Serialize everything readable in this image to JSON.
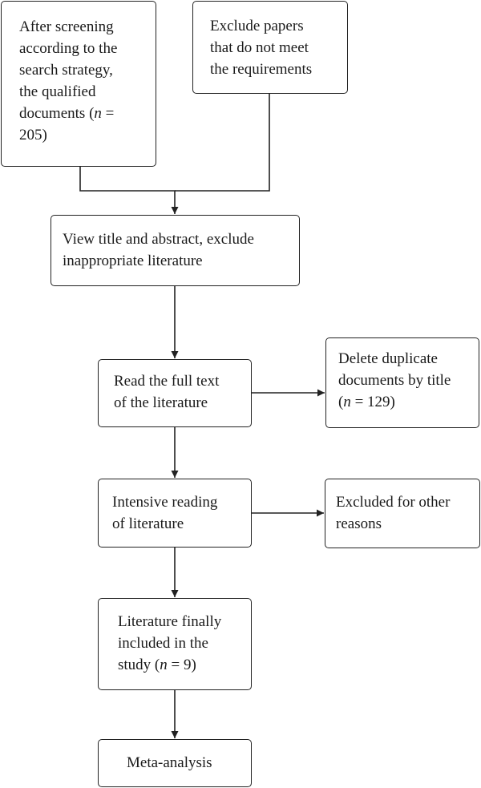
{
  "flowchart": {
    "nodes": [
      {
        "id": "screened",
        "lines": [
          {
            "parts": [
              {
                "text": "After screening"
              }
            ]
          },
          {
            "parts": [
              {
                "text": "according to the"
              }
            ]
          },
          {
            "parts": [
              {
                "text": "search strategy,"
              }
            ]
          },
          {
            "parts": [
              {
                "text": "the qualified"
              }
            ]
          },
          {
            "parts": [
              {
                "text": "documents ("
              },
              {
                "text": "n",
                "italic": true
              },
              {
                "text": " ="
              }
            ]
          },
          {
            "parts": [
              {
                "text": "205)"
              }
            ]
          }
        ]
      },
      {
        "id": "exclude-papers",
        "lines": [
          {
            "parts": [
              {
                "text": "Exclude papers"
              }
            ]
          },
          {
            "parts": [
              {
                "text": "that do not meet"
              }
            ]
          },
          {
            "parts": [
              {
                "text": "the requirements"
              }
            ]
          }
        ]
      },
      {
        "id": "view-title",
        "lines": [
          {
            "parts": [
              {
                "text": "View title and abstract, exclude"
              }
            ]
          },
          {
            "parts": [
              {
                "text": "inappropriate literature"
              }
            ]
          }
        ]
      },
      {
        "id": "read-full",
        "lines": [
          {
            "parts": [
              {
                "text": "Read the full text"
              }
            ]
          },
          {
            "parts": [
              {
                "text": "of the literature"
              }
            ]
          }
        ]
      },
      {
        "id": "delete-duplicates",
        "lines": [
          {
            "parts": [
              {
                "text": "Delete duplicate"
              }
            ]
          },
          {
            "parts": [
              {
                "text": "documents by title"
              }
            ]
          },
          {
            "parts": [
              {
                "text": "("
              },
              {
                "text": "n",
                "italic": true
              },
              {
                "text": " = 129)"
              }
            ]
          }
        ]
      },
      {
        "id": "intensive-reading",
        "lines": [
          {
            "parts": [
              {
                "text": "Intensive reading"
              }
            ]
          },
          {
            "parts": [
              {
                "text": "of literature"
              }
            ]
          }
        ]
      },
      {
        "id": "excluded-other",
        "lines": [
          {
            "parts": [
              {
                "text": "Excluded for other"
              }
            ]
          },
          {
            "parts": [
              {
                "text": "reasons"
              }
            ]
          }
        ]
      },
      {
        "id": "finally-included",
        "lines": [
          {
            "parts": [
              {
                "text": "Literature finally"
              }
            ]
          },
          {
            "parts": [
              {
                "text": "included in the"
              }
            ]
          },
          {
            "parts": [
              {
                "text": "study ("
              },
              {
                "text": "n",
                "italic": true
              },
              {
                "text": " = 9)"
              }
            ]
          }
        ]
      },
      {
        "id": "meta-analysis",
        "lines": [
          {
            "parts": [
              {
                "text": "Meta-analysis"
              }
            ]
          }
        ]
      }
    ],
    "edges": [
      {
        "from": "screened",
        "to": "view-title"
      },
      {
        "from": "exclude-papers",
        "to": "view-title"
      },
      {
        "from": "view-title",
        "to": "read-full"
      },
      {
        "from": "read-full",
        "to": "delete-duplicates"
      },
      {
        "from": "read-full",
        "to": "intensive-reading"
      },
      {
        "from": "intensive-reading",
        "to": "excluded-other"
      },
      {
        "from": "intensive-reading",
        "to": "finally-included"
      },
      {
        "from": "finally-included",
        "to": "meta-analysis"
      }
    ]
  }
}
